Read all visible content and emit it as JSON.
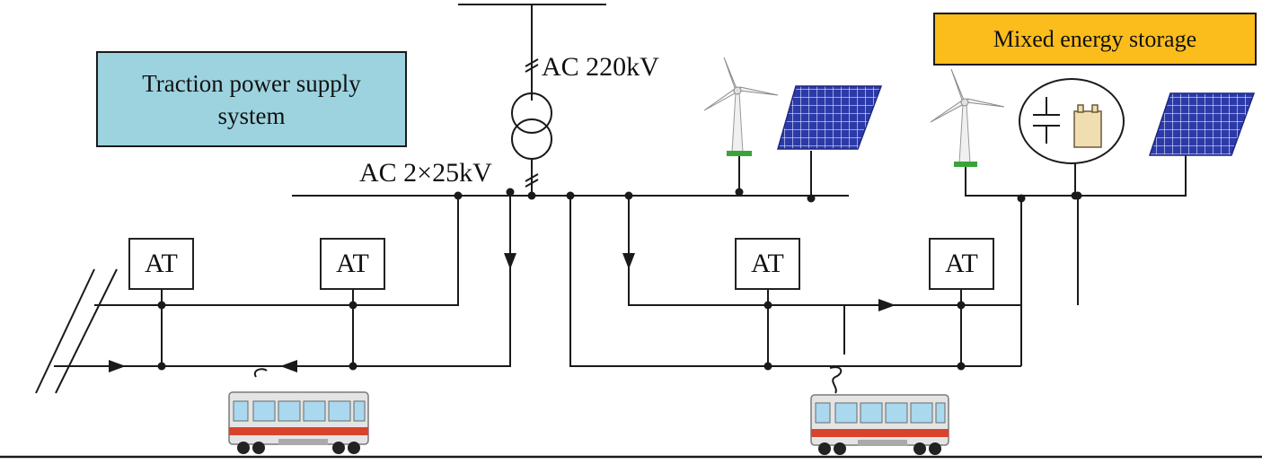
{
  "labels": {
    "traction_power_supply": "Traction power supply system",
    "mixed_energy_storage": "Mixed energy storage",
    "ac_220kv": "AC 220kV",
    "ac_2x25kv": "AC 2×25kV",
    "autotransformer": "AT"
  },
  "colors": {
    "traction_box": "#9dd3df",
    "storage_box": "#fbbd1c",
    "solar_panel": "#2c3aa8",
    "train_stripe": "#d9432b",
    "train_window": "#a9d8ef",
    "turbine_base": "#3aa33a",
    "battery": "#f0ddb0"
  },
  "icons": [
    "wind-turbine-icon",
    "solar-panel-icon",
    "transformer-icon",
    "capacitor-icon",
    "battery-icon",
    "train-icon",
    "ground-symbol-icon"
  ]
}
